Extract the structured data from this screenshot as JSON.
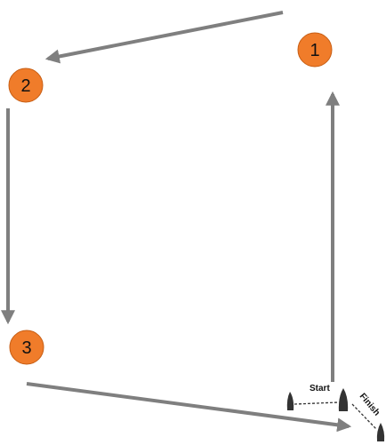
{
  "marks": [
    {
      "label": "1"
    },
    {
      "label": "2"
    },
    {
      "label": "3"
    }
  ],
  "start_label": "Start",
  "finish_label": "Finish",
  "colors": {
    "mark_fill": "#F07C2A",
    "mark_stroke": "#C75E14",
    "arrow": "#7F7F7F",
    "buoy": "#333333",
    "text": "#111111"
  }
}
